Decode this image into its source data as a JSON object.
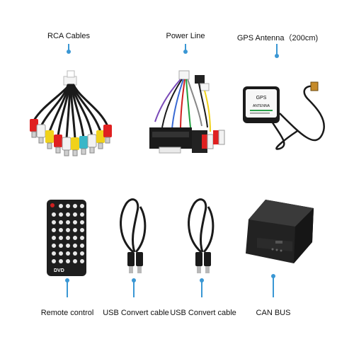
{
  "labels": {
    "rca": "RCA Cables",
    "power": "Power Line",
    "gps": "GPS Antenna（200cm)",
    "remote": "Remote control",
    "usb1": "USB Convert cable",
    "usb2": "USB Convert cable",
    "canbus": "CAN BUS"
  },
  "gps_label": {
    "line1": "GPS",
    "line2": "ANTENNA"
  },
  "remote_brand": "DVD",
  "colors": {
    "accent": "#3a97d4",
    "rca_plugs": [
      "#e02020",
      "#f2f2f2",
      "#f0d21a",
      "#e02020",
      "#f2f2f2",
      "#f0d21a",
      "#3ab7c8",
      "#f2f2f2",
      "#f0d21a",
      "#e02020"
    ]
  }
}
